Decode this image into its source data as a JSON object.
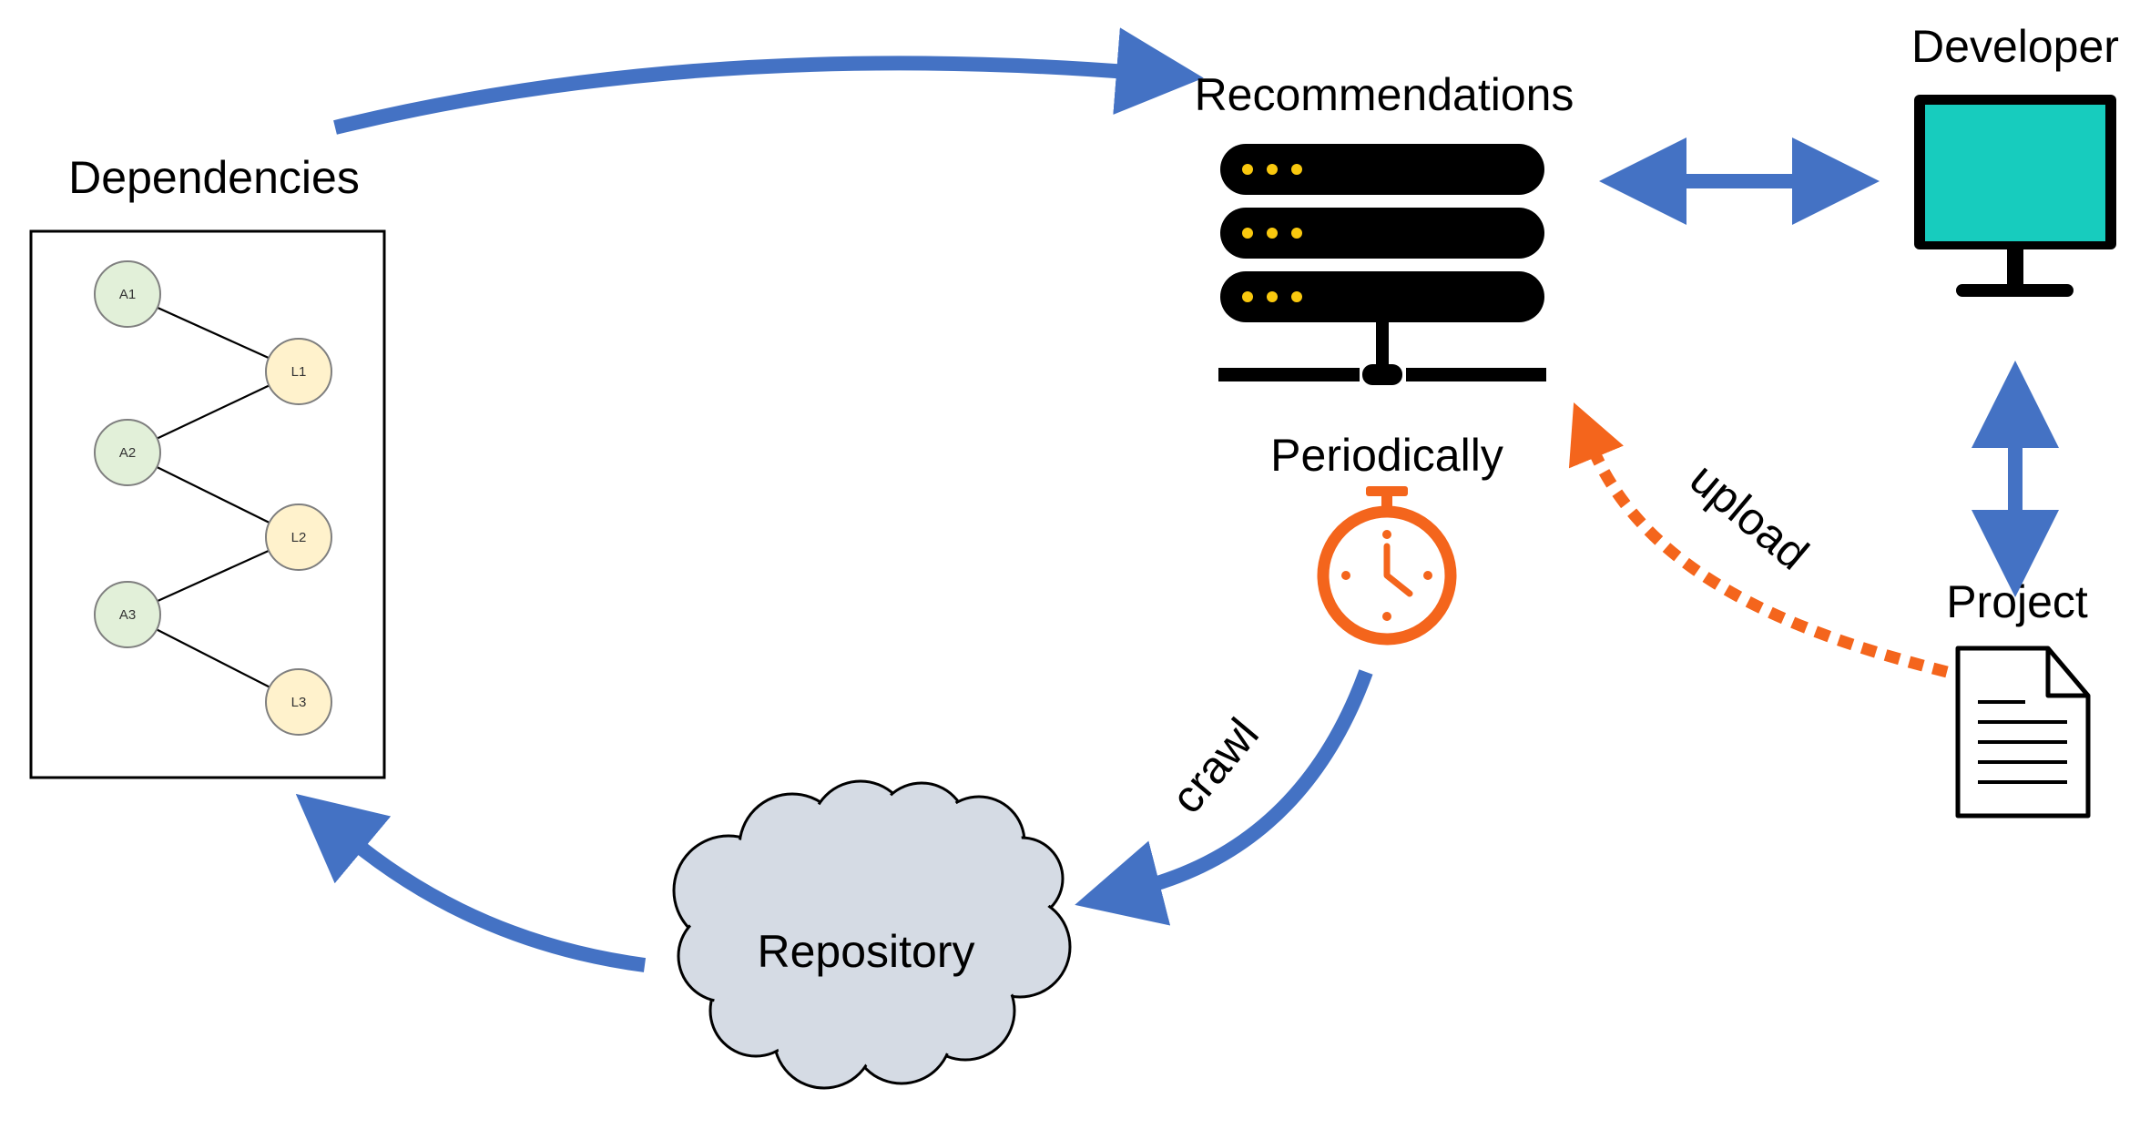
{
  "labels": {
    "dependencies": "Dependencies",
    "recommendations": "Recommendations",
    "developer": "Developer",
    "periodically": "Periodically",
    "project": "Project",
    "repository": "Repository",
    "crawl": "crawl",
    "upload": "upload"
  },
  "graph": {
    "nodes": [
      {
        "label": "A1",
        "kind": "app"
      },
      {
        "label": "L1",
        "kind": "lib"
      },
      {
        "label": "A2",
        "kind": "app"
      },
      {
        "label": "L2",
        "kind": "lib"
      },
      {
        "label": "A3",
        "kind": "app"
      },
      {
        "label": "L3",
        "kind": "lib"
      }
    ],
    "edges": [
      [
        "A1",
        "L1"
      ],
      [
        "L1",
        "A2"
      ],
      [
        "A2",
        "L2"
      ],
      [
        "L2",
        "A3"
      ],
      [
        "A3",
        "L3"
      ]
    ]
  },
  "colors": {
    "arrow_blue": "#4472C4",
    "arrow_orange": "#F4651C",
    "monitor_screen": "#17CCBE",
    "server_lights": "#F9C80E",
    "cloud_fill": "#D5DBE4",
    "app_node_fill": "#E2F0D9",
    "lib_node_fill": "#FFF2CC"
  },
  "icons": {
    "server": "server-icon",
    "monitor": "monitor-icon",
    "stopwatch": "stopwatch-icon",
    "document": "document-icon",
    "cloud": "cloud-icon"
  }
}
